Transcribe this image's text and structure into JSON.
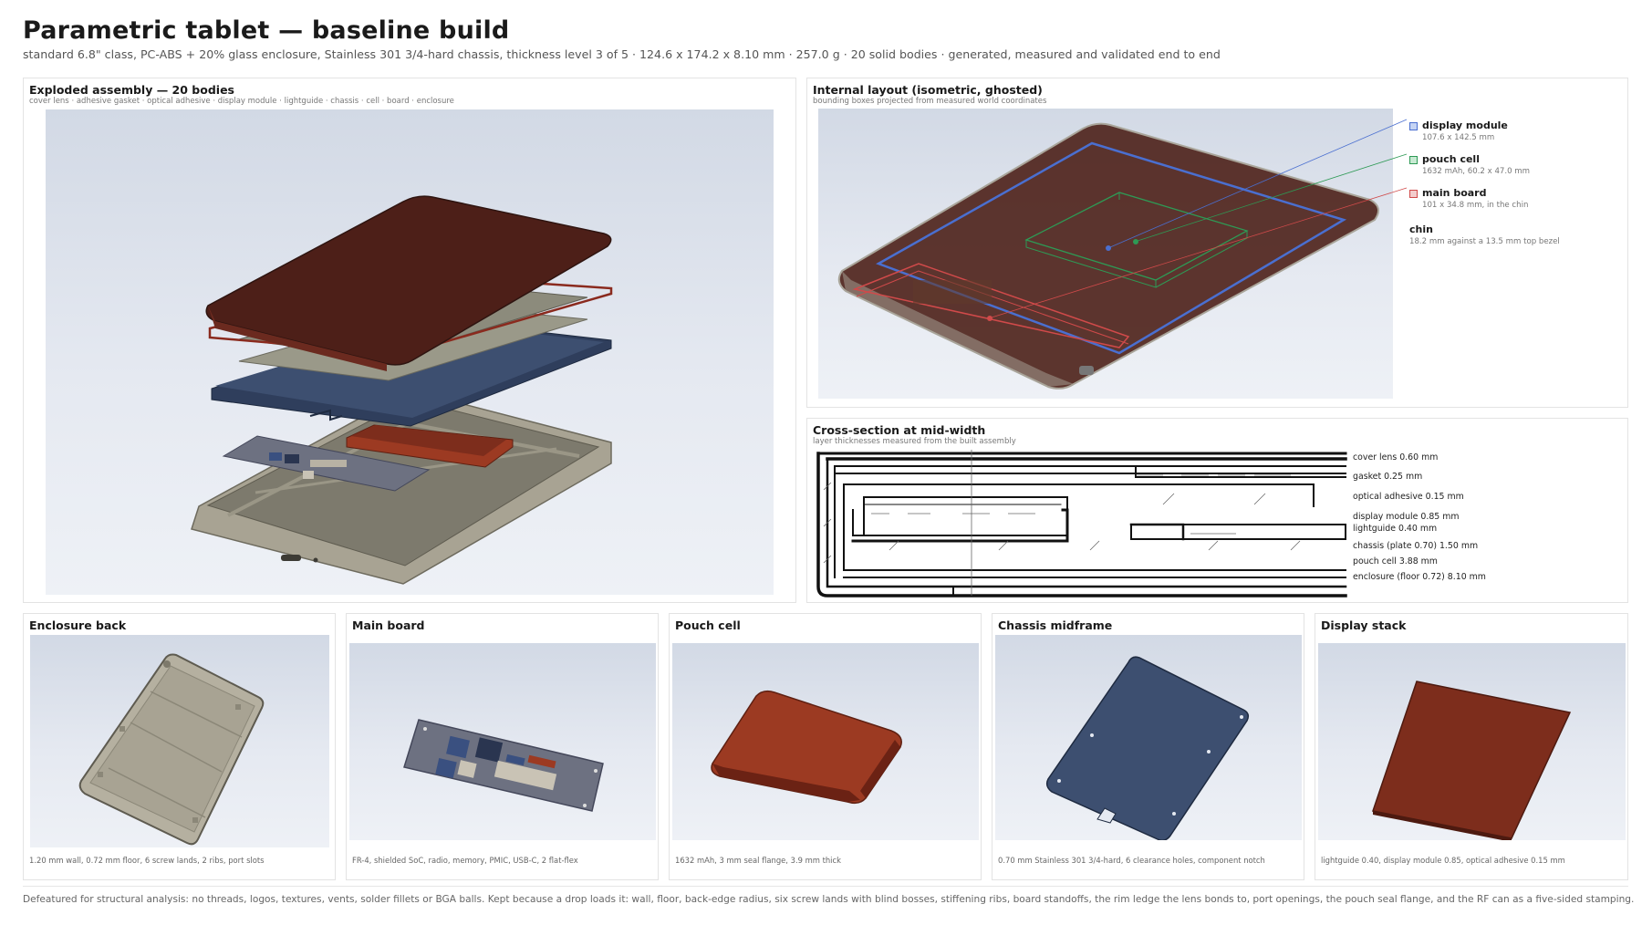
{
  "header": {
    "title": "Parametric tablet — baseline build",
    "subtitle": "standard 6.8\" class, PC-ABS + 20% glass enclosure, Stainless 301 3/4-hard chassis, thickness level 3 of 5 · 124.6 x 174.2 x 8.10 mm · 257.0 g · 20 solid bodies · generated, measured and validated end to end"
  },
  "exploded": {
    "title": "Exploded assembly — 20 bodies",
    "subtitle": "cover lens · adhesive gasket · optical adhesive · display module · lightguide · chassis · cell · board · enclosure"
  },
  "internal": {
    "title": "Internal layout (isometric, ghosted)",
    "subtitle": "bounding boxes projected from measured world coordinates",
    "legend": [
      {
        "name": "display module",
        "detail": "107.6 x 142.5 mm",
        "color": "#4a6fd0"
      },
      {
        "name": "pouch cell",
        "detail": "1632 mAh, 60.2 x 47.0 mm",
        "color": "#2e9a55"
      },
      {
        "name": "main board",
        "detail": "101 x 34.8 mm, in the chin",
        "color": "#d04a4a"
      },
      {
        "name": "chin",
        "detail": "18.2 mm against a 13.5 mm top bezel"
      }
    ]
  },
  "section": {
    "title": "Cross-section at mid-width",
    "subtitle": "layer thicknesses measured from the built assembly",
    "layers": [
      {
        "label": "cover lens   0.60 mm",
        "thickness_mm": 0.6
      },
      {
        "label": "gasket   0.25 mm",
        "thickness_mm": 0.25
      },
      {
        "label": "optical adhesive   0.15 mm",
        "thickness_mm": 0.15
      },
      {
        "label": "display module   0.85 mm",
        "thickness_mm": 0.85
      },
      {
        "label": "lightguide   0.40 mm",
        "thickness_mm": 0.4
      },
      {
        "label": "chassis (plate 0.70)   1.50 mm",
        "thickness_mm": 1.5
      },
      {
        "label": "pouch cell   3.88 mm",
        "thickness_mm": 3.88
      },
      {
        "label": "enclosure (floor 0.72)   8.10 mm",
        "thickness_mm": 8.1
      }
    ]
  },
  "cards": [
    {
      "title": "Enclosure back",
      "caption": "1.20 mm wall, 0.72 mm floor, 6 screw lands, 2 ribs, port slots"
    },
    {
      "title": "Main board",
      "caption": "FR-4, shielded SoC, radio, memory, PMIC, USB-C, 2 flat-flex"
    },
    {
      "title": "Pouch cell",
      "caption": "1632 mAh, 3 mm seal flange, 3.9 mm thick"
    },
    {
      "title": "Chassis midframe",
      "caption": "0.70 mm Stainless 301 3/4-hard, 6 clearance holes, component notch"
    },
    {
      "title": "Display stack",
      "caption": "lightguide 0.40, display module 0.85, optical adhesive 0.15 mm"
    }
  ],
  "colors": {
    "enclosure": "#a8a393",
    "chassis": "#3d4f70",
    "lens": "#5a2a22",
    "board": "#6d7181",
    "cell": "#7d2d1c"
  },
  "footer": {
    "note": "Defeatured for structural analysis: no threads, logos, textures, vents, solder fillets or BGA balls. Kept because a drop loads it: wall, floor, back-edge radius, six screw lands with blind bosses, stiffening ribs, board standoffs, the rim ledge the lens bonds to, port openings, the pouch seal flange, and the RF can as a five-sided stamping."
  }
}
